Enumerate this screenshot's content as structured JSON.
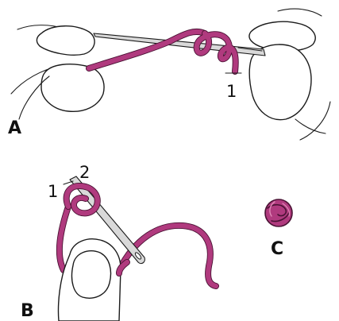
{
  "panels": {
    "a": {
      "label": "A",
      "marker": "1"
    },
    "b": {
      "label": "B",
      "marker_1": "1",
      "marker_2": "2"
    },
    "c": {
      "label": "C"
    }
  },
  "colors": {
    "thread": "#b03a7e",
    "thread_dark": "#4a1234",
    "needle": "#d9d9d9",
    "outline": "#1b1b1b"
  }
}
